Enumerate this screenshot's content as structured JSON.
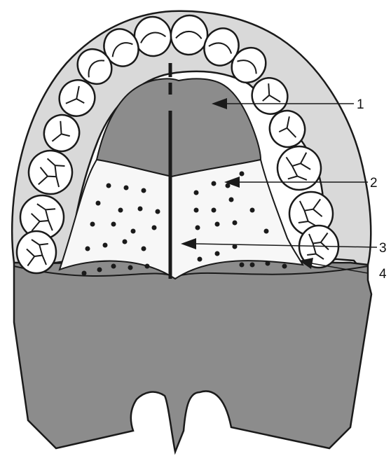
{
  "diagram": {
    "colors": {
      "gingiva": "#d9d9d9",
      "palate_dark": "#8c8c8c",
      "palate_light": "#f7f7f7",
      "outline": "#1a1a1a",
      "tooth_fill": "#ffffff"
    },
    "callouts": [
      {
        "id": "1",
        "label": "1"
      },
      {
        "id": "2",
        "label": "2"
      },
      {
        "id": "3",
        "label": "3"
      },
      {
        "id": "4",
        "label": "4"
      }
    ],
    "teeth_count": 16
  }
}
